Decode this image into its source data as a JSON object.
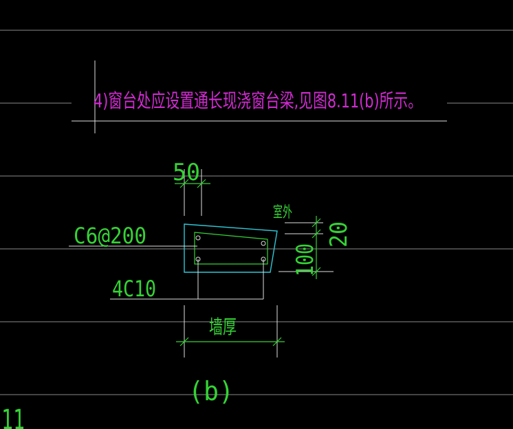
{
  "note": {
    "text": "4)窗台处应设置通长现浇窗台梁,见图8.11(b)所示。",
    "color": "#d22bd2"
  },
  "detail": {
    "dim_top": "50",
    "label_outside": "室外",
    "rebar_stirrup": "C6@200",
    "rebar_main": "4C10",
    "dim_right_small": "20",
    "dim_right_large": "100",
    "dim_bottom": "墙厚",
    "caption": "(b)"
  },
  "corner_label": "11",
  "colors": {
    "background": "#000000",
    "cad_green": "#35d335",
    "grid_line": "#8a8a8a",
    "section_outline": "#2fc7d6",
    "white_line": "#e0e0e0"
  }
}
